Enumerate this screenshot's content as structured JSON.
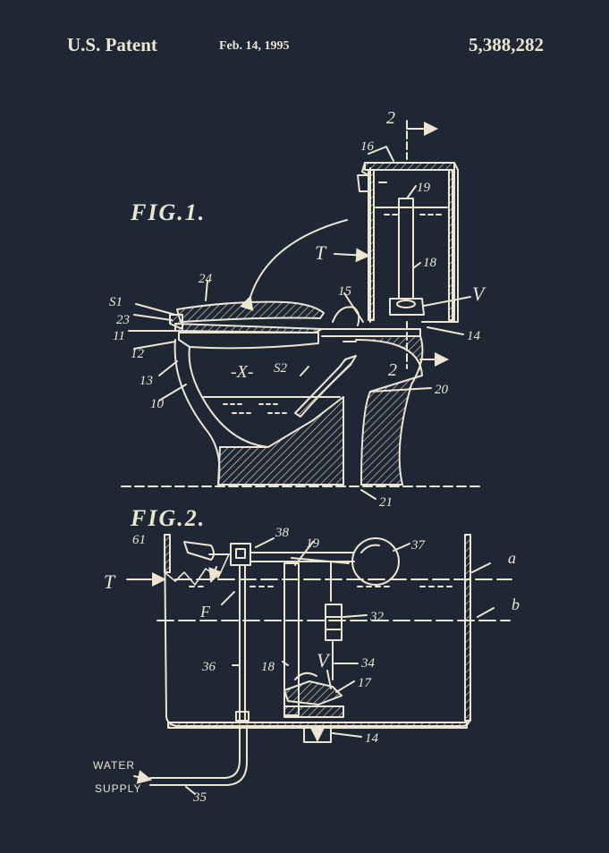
{
  "header": {
    "left": "U.S. Patent",
    "date": "Feb. 14, 1995",
    "number": "5,388,282"
  },
  "figures": {
    "fig1": "FIG.1.",
    "fig2": "FIG.2."
  },
  "labels": {
    "n2top": "2",
    "n16": "16",
    "n19a": "19",
    "n18a": "18",
    "T1": "T",
    "V1": "V",
    "n24": "24",
    "S1": "S1",
    "n23": "23",
    "n11": "11",
    "n12": "12",
    "n13": "13",
    "n10": "10",
    "n15": "15",
    "n14a": "14",
    "X": "-X-",
    "S2": "S2",
    "n2bot": "2",
    "n20": "20",
    "n21": "21",
    "n61": "61",
    "n38": "38",
    "n19b": "19",
    "n37": "37",
    "a": "a",
    "T2": "T",
    "F": "F",
    "n32": "32",
    "b": "b",
    "n36": "36",
    "n18b": "18",
    "V2": "V",
    "n34": "34",
    "n17": "17",
    "n14b": "14",
    "water": "WATER",
    "supply": "SUPPLY",
    "n35": "35"
  },
  "colors": {
    "background": "#1f2634",
    "ink": "#ece5d3"
  }
}
